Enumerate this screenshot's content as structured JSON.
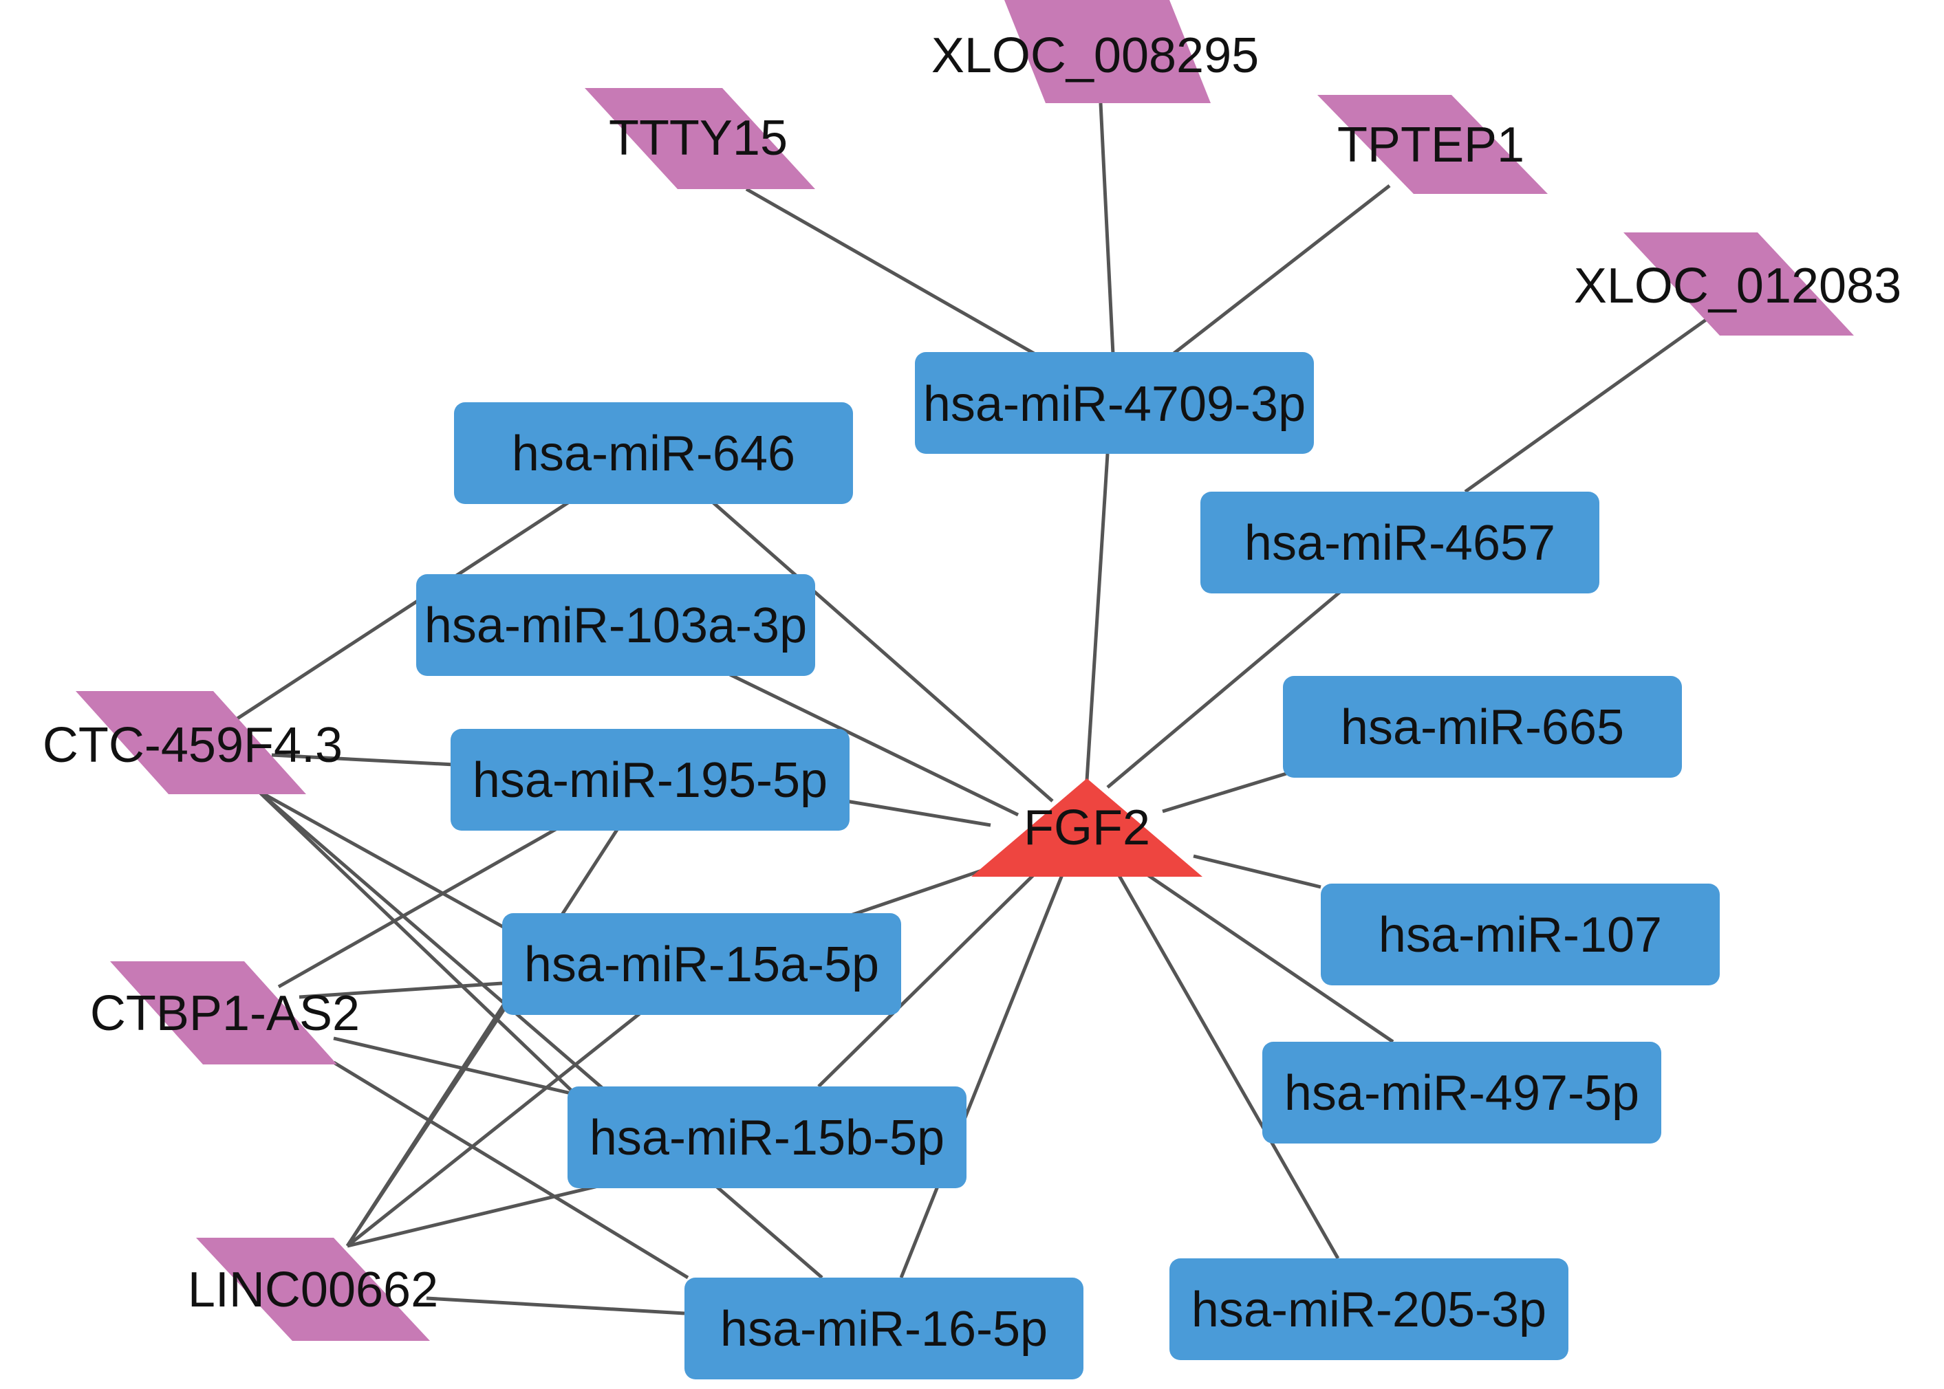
{
  "colors": {
    "mirna_fill": "#4a9bd8",
    "lncrna_fill": "#c77ab5",
    "gene_fill": "#ee4540",
    "edge": "#555555",
    "label": "#111111"
  },
  "legend": {
    "mirna_shape": "rounded-rectangle",
    "lncrna_shape": "parallelogram",
    "gene_shape": "triangle"
  },
  "nodes": {
    "fgf2": "FGF2",
    "mir_4709_3p": "hsa-miR-4709-3p",
    "mir_646": "hsa-miR-646",
    "mir_4657": "hsa-miR-4657",
    "mir_103a_3p": "hsa-miR-103a-3p",
    "mir_665": "hsa-miR-665",
    "mir_195_5p": "hsa-miR-195-5p",
    "mir_107": "hsa-miR-107",
    "mir_15a_5p": "hsa-miR-15a-5p",
    "mir_497_5p": "hsa-miR-497-5p",
    "mir_15b_5p": "hsa-miR-15b-5p",
    "mir_205_3p": "hsa-miR-205-3p",
    "mir_16_5p": "hsa-miR-16-5p",
    "xloc_008295": "XLOC_008295",
    "ttty15": "TTTY15",
    "tptep1": "TPTEP1",
    "xloc_012083": "XLOC_012083",
    "ctc_459f4_3": "CTC-459F4.3",
    "ctbp1_as2": "CTBP1-AS2",
    "linc00662": "LINC00662"
  }
}
